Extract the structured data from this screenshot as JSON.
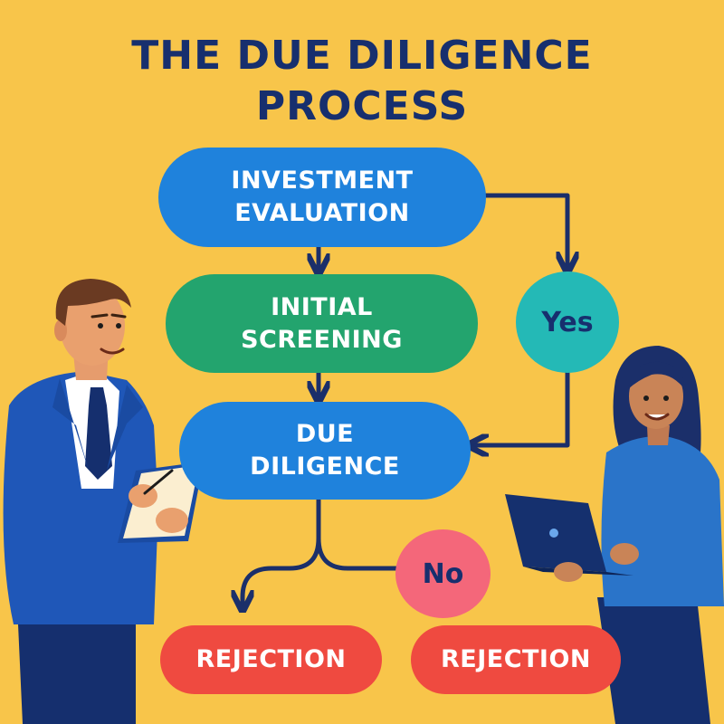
{
  "title": {
    "line1": "THE DUE DILIGENCE",
    "line2": "PROCESS"
  },
  "nodes": {
    "investment_evaluation": {
      "line1": "INVESTMENT",
      "line2": "EVALUATION",
      "color": "#1f82dc"
    },
    "initial_screening": {
      "line1": "INITIAL",
      "line2": "SCREENING",
      "color": "#23a46e"
    },
    "due_diligence": {
      "line1": "DUE",
      "line2": "DILIGENCE",
      "color": "#1f82dc"
    },
    "rejection_left": {
      "label": "REJECTION",
      "color": "#ef4a40"
    },
    "rejection_right": {
      "label": "REJECTION",
      "color": "#ef4a40"
    }
  },
  "decisions": {
    "yes": {
      "label": "Yes",
      "color": "#24b9b6"
    },
    "no": {
      "label": "No",
      "color": "#f4677a"
    }
  },
  "colors": {
    "background": "#f8c54a",
    "text_dark": "#172f6e",
    "arrow": "#1b2f6a"
  },
  "figures": {
    "left": "businessman-with-tablet",
    "right": "woman-with-laptop"
  }
}
